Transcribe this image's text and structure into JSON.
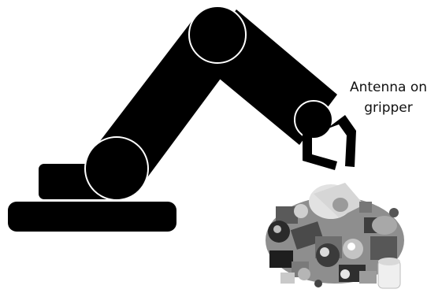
{
  "annotation": {
    "line1": "Antenna on",
    "line2": "gripper"
  },
  "colors": {
    "robot_fill": "#000000",
    "joint_outline": "#ffffff",
    "background": "#ffffff",
    "objects_palette": [
      "#3a3a3a",
      "#6b6b6b",
      "#9a9a9a",
      "#c8c8c8",
      "#e6e6e6",
      "#1c1c1c"
    ]
  },
  "parts": [
    "robot-base",
    "shoulder-joint",
    "upper-arm-link",
    "elbow-joint",
    "forearm-link",
    "wrist-joint",
    "gripper-claw",
    "object-pile"
  ]
}
